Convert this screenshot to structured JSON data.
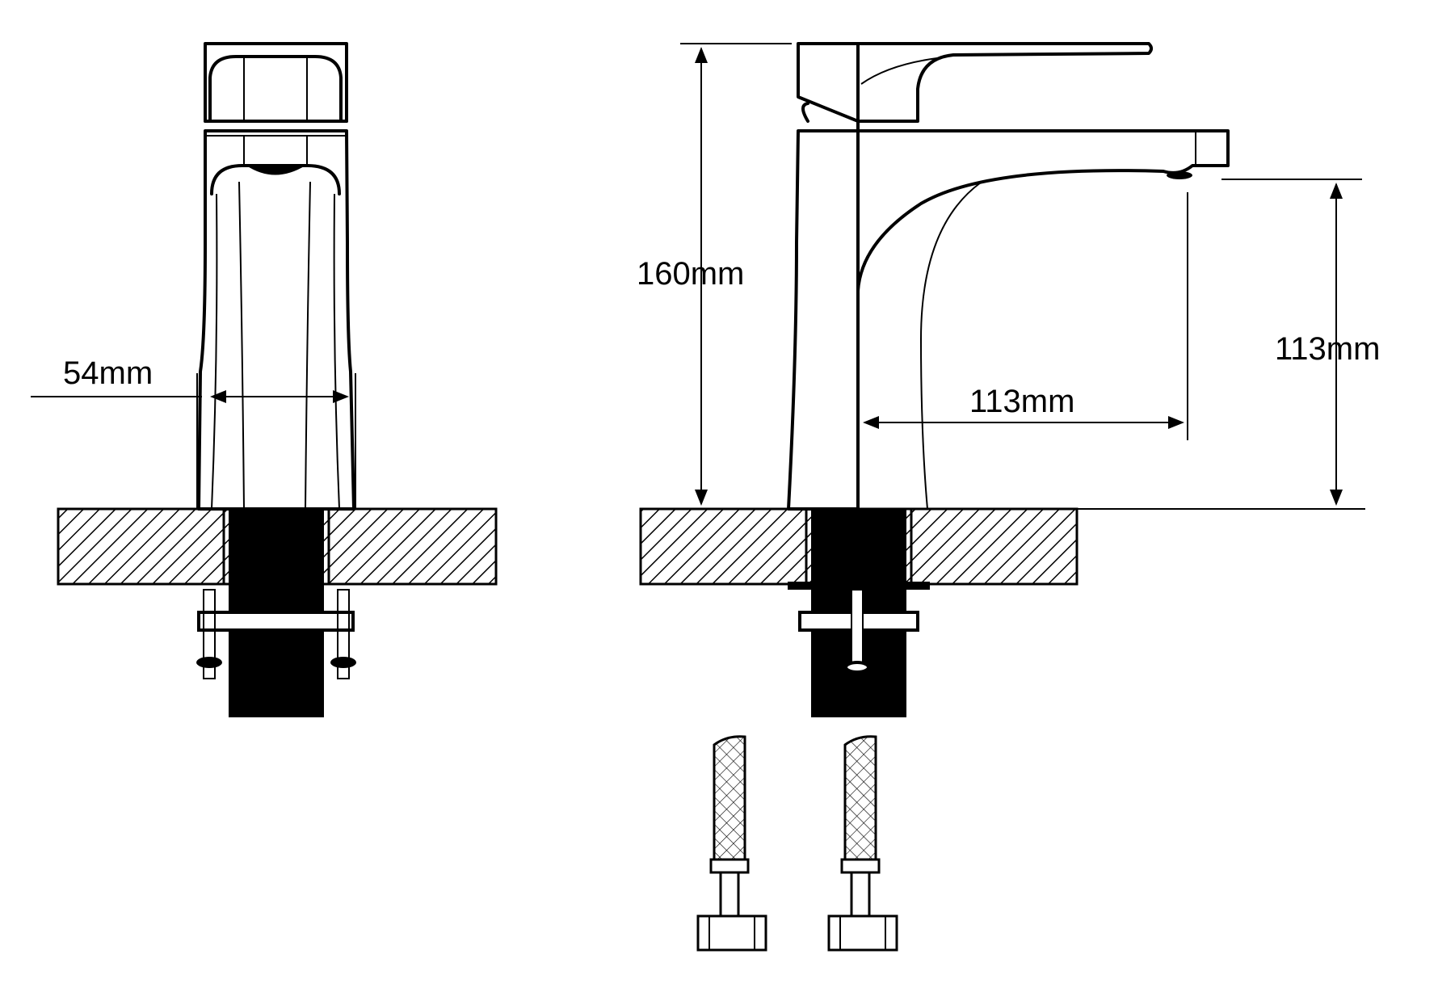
{
  "dimensions": {
    "base_width": "54mm",
    "total_height": "160mm",
    "spout_reach": "113mm",
    "spout_height": "113mm"
  },
  "colors": {
    "line": "#000000",
    "background": "#ffffff"
  }
}
